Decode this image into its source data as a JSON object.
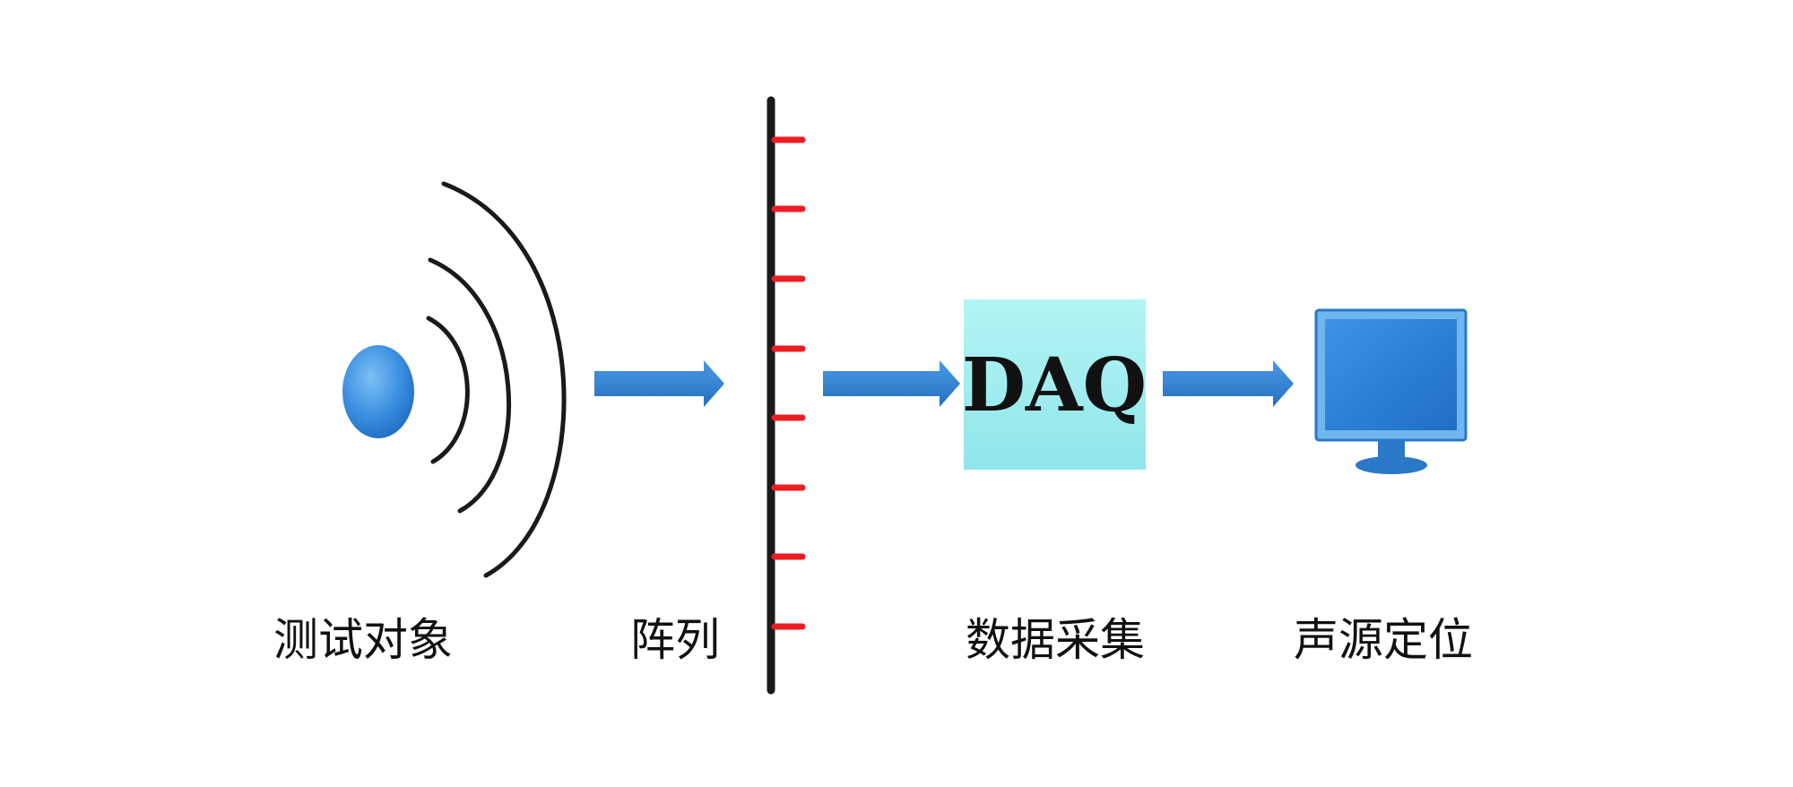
{
  "labels": {
    "source": "测试对象",
    "array": "阵列",
    "acquisition": "数据采集",
    "localization": "声源定位"
  },
  "daq_box": {
    "text": "DAQ"
  },
  "colors": {
    "accent_blue": "#2f7fd0",
    "daq_cyan": "#a8f0f0",
    "mic_red": "#ee1d24",
    "line_dark": "#1a1a1a"
  },
  "icons": [
    "sound-source-icon",
    "sound-wave-icon",
    "microphone-array-icon",
    "arrow-icon",
    "monitor-icon"
  ]
}
